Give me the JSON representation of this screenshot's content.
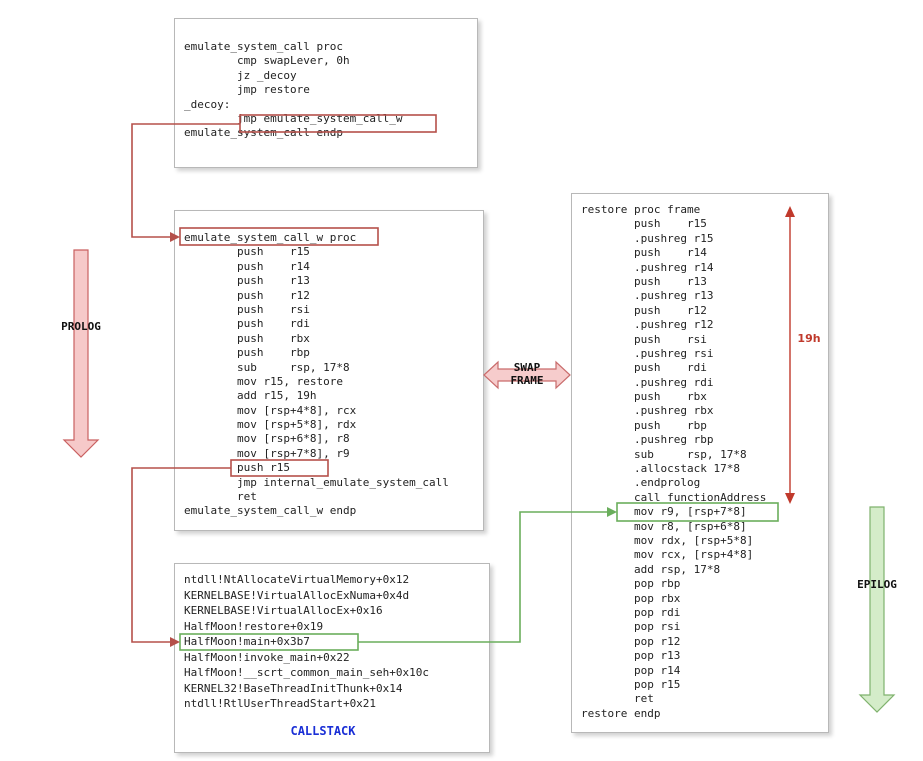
{
  "colors": {
    "highlight_red": "#b5504a",
    "highlight_green": "#6aae5c",
    "measure_red": "#c0392b",
    "callstack_blue": "#1a2fd6"
  },
  "box1": {
    "lines": [
      "emulate_system_call proc",
      "        cmp swapLever, 0h",
      "        jz _decoy",
      "        jmp restore",
      "_decoy:",
      "        jmp emulate_system_call_w",
      "emulate_system_call endp"
    ]
  },
  "box2": {
    "lines": [
      "emulate_system_call_w proc",
      "        push    r15",
      "        push    r14",
      "        push    r13",
      "        push    r12",
      "        push    rsi",
      "        push    rdi",
      "        push    rbx",
      "        push    rbp",
      "        sub     rsp, 17*8",
      "        mov r15, restore",
      "        add r15, 19h",
      "        mov [rsp+4*8], rcx",
      "        mov [rsp+5*8], rdx",
      "        mov [rsp+6*8], r8",
      "        mov [rsp+7*8], r9",
      "        push r15",
      "        jmp internal_emulate_system_call",
      "        ret",
      "emulate_system_call_w endp"
    ]
  },
  "box3": {
    "lines": [
      "ntdll!NtAllocateVirtualMemory+0x12",
      "KERNELBASE!VirtualAllocExNuma+0x4d",
      "KERNELBASE!VirtualAllocEx+0x16",
      "HalfMoon!restore+0x19",
      "HalfMoon!main+0x3b7",
      "HalfMoon!invoke_main+0x22",
      "HalfMoon!__scrt_common_main_seh+0x10c",
      "KERNEL32!BaseThreadInitThunk+0x14",
      "ntdll!RtlUserThreadStart+0x21"
    ],
    "title": "CALLSTACK"
  },
  "box4": {
    "lines": [
      "restore proc frame",
      "        push    r15",
      "        .pushreg r15",
      "        push    r14",
      "        .pushreg r14",
      "        push    r13",
      "        .pushreg r13",
      "        push    r12",
      "        .pushreg r12",
      "        push    rsi",
      "        .pushreg rsi",
      "        push    rdi",
      "        .pushreg rdi",
      "        push    rbx",
      "        .pushreg rbx",
      "        push    rbp",
      "        .pushreg rbp",
      "        sub     rsp, 17*8",
      "        .allocstack 17*8",
      "        .endprolog",
      "        call functionAddress",
      "        mov r9, [rsp+7*8]",
      "        mov r8, [rsp+6*8]",
      "        mov rdx, [rsp+5*8]",
      "        mov rcx, [rsp+4*8]",
      "        add rsp, 17*8",
      "        pop rbp",
      "        pop rbx",
      "        pop rdi",
      "        pop rsi",
      "        pop r12",
      "        pop r13",
      "        pop r14",
      "        pop r15",
      "        ret",
      "restore endp"
    ]
  },
  "labels": {
    "prolog": "PROLOG",
    "epilog": "EPILOG",
    "swap_frame_line1": "SWAP",
    "swap_frame_line2": "FRAME",
    "offset": "19h"
  }
}
